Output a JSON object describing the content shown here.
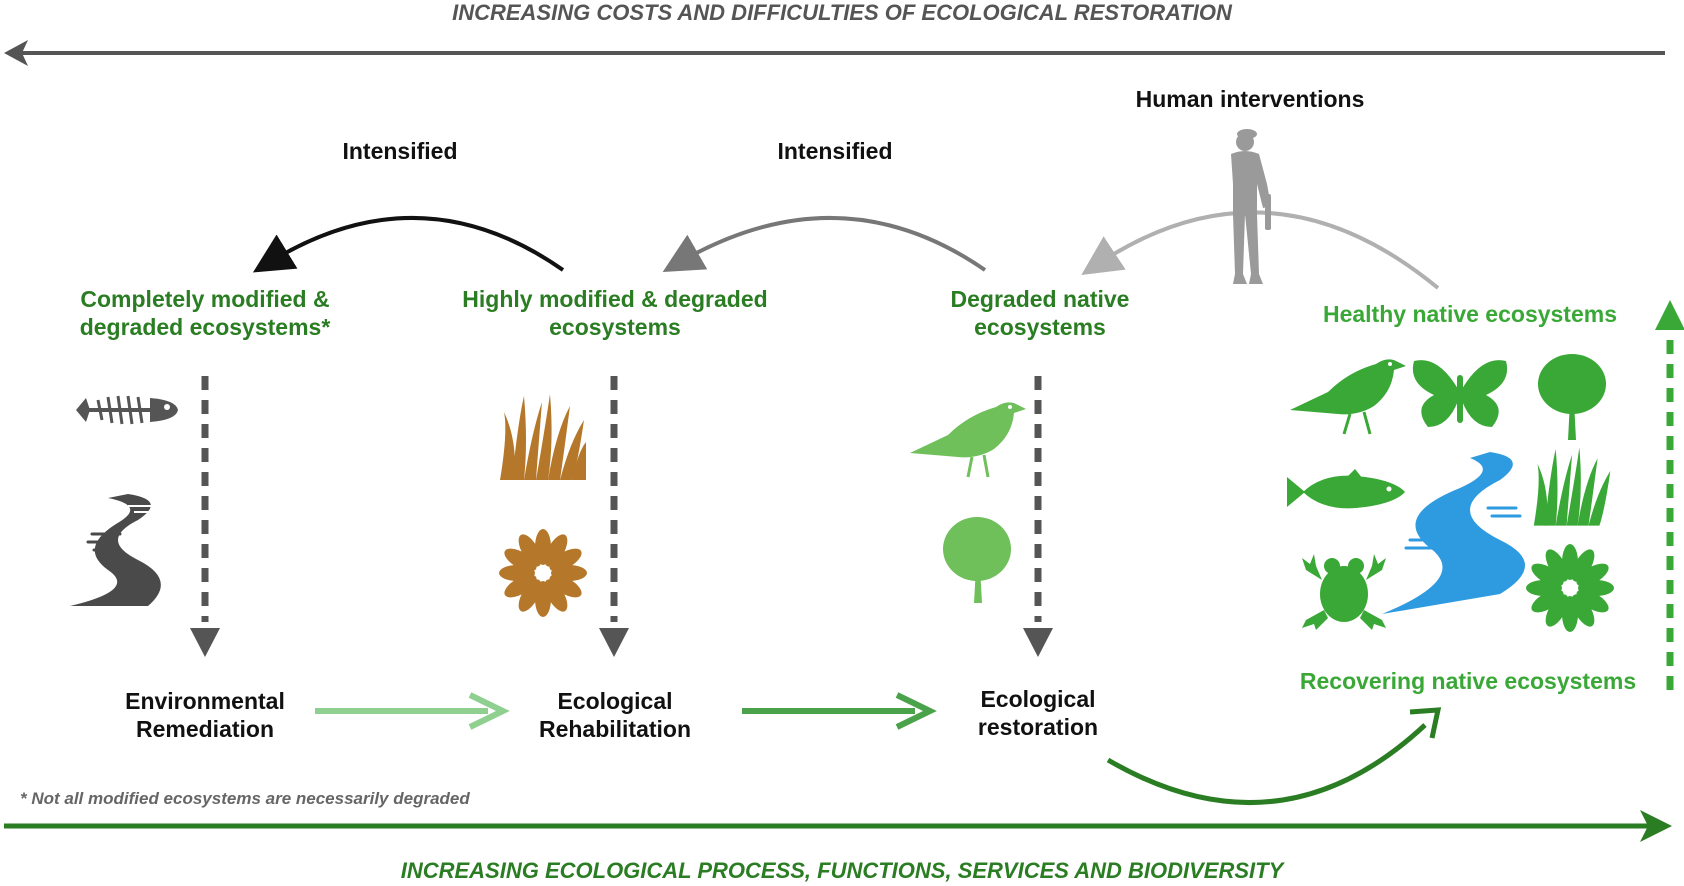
{
  "top_banner": "INCREASING COSTS AND DIFFICULTIES OF ECOLOGICAL RESTORATION",
  "bottom_banner": "INCREASING ECOLOGICAL PROCESS,  FUNCTIONS, SERVICES AND BIODIVERSITY",
  "human_interventions": "Human interventions",
  "intensified_left": "Intensified",
  "intensified_right": "Intensified",
  "states": {
    "completely_modified": [
      "Completely modified &",
      "degraded ecosystems*"
    ],
    "highly_modified": [
      "Highly modified & degraded",
      "ecosystems"
    ],
    "degraded_native": [
      "Degraded native",
      "ecosystems"
    ],
    "healthy_native": "Healthy native ecosystems",
    "recovering_native": "Recovering native ecosystems"
  },
  "actions": {
    "remediation": [
      "Environmental",
      "Remediation"
    ],
    "rehabilitation": [
      "Ecological",
      "Rehabilitation"
    ],
    "restoration": [
      "Ecological",
      "restoration"
    ]
  },
  "footnote": "* Not all modified ecosystems are necessarily degraded",
  "icons": [
    "fish-skeleton-icon",
    "polluted-river-icon",
    "dry-grass-icon",
    "withered-flower-icon",
    "bird-icon",
    "tree-icon",
    "person-icon",
    "butterfly-icon",
    "fish-icon",
    "frog-icon",
    "river-icon",
    "grass-icon",
    "flower-icon"
  ],
  "colors": {
    "dark_gray": "#555555",
    "dark_green": "#2a7d22",
    "bright_green": "#3aa836",
    "river_blue": "#2e9be0",
    "brown": "#b5782a"
  }
}
